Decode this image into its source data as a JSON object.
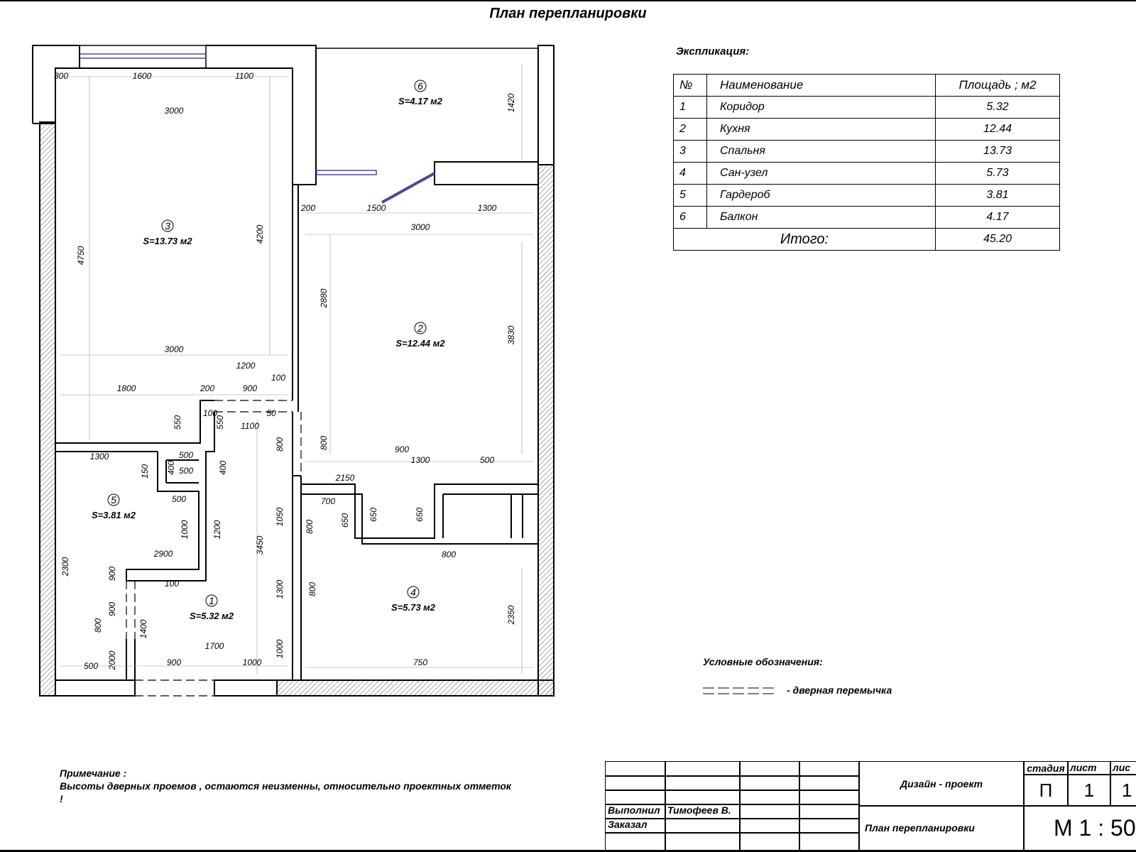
{
  "title": "План перепланировки",
  "explication": {
    "heading": "Экспликация:",
    "col_num": "№",
    "col_name": "Наименование",
    "col_area": "Площадь ; м2",
    "rows": [
      {
        "num": "1",
        "name": "Коридор",
        "area": "5.32"
      },
      {
        "num": "2",
        "name": "Кухня",
        "area": "12.44"
      },
      {
        "num": "3",
        "name": "Спальня",
        "area": "13.73"
      },
      {
        "num": "4",
        "name": "Сан-узел",
        "area": "5.73"
      },
      {
        "num": "5",
        "name": "Гардероб",
        "area": "3.81"
      },
      {
        "num": "6",
        "name": "Балкон",
        "area": "4.17"
      }
    ],
    "total_label": "Итого:",
    "total_area": "45.20"
  },
  "rooms": [
    {
      "num": "1",
      "area": "S=5.32 м2"
    },
    {
      "num": "2",
      "area": "S=12.44 м2"
    },
    {
      "num": "3",
      "area": "S=13.73 м2"
    },
    {
      "num": "4",
      "area": "S=5.73 м2"
    },
    {
      "num": "5",
      "area": "S=3.81 м2"
    },
    {
      "num": "6",
      "area": "S=4.17 м2"
    }
  ],
  "dimensions": [
    "300",
    "1600",
    "1100",
    "3000",
    "1420",
    "4750",
    "4200",
    "200",
    "1500",
    "1300",
    "3000",
    "2880",
    "3830",
    "3000",
    "1200",
    "100",
    "1800",
    "200",
    "900",
    "550",
    "100",
    "50",
    "550",
    "1100",
    "800",
    "800",
    "1300",
    "500",
    "400",
    "500",
    "400",
    "900",
    "1300",
    "500",
    "150",
    "2150",
    "700",
    "650",
    "650",
    "650",
    "800",
    "500",
    "1000",
    "1200",
    "3450",
    "1050",
    "800",
    "2300",
    "2900",
    "900",
    "100",
    "900",
    "800",
    "1400",
    "1300",
    "800",
    "2350",
    "1700",
    "2000",
    "500",
    "900",
    "1000",
    "1000",
    "750",
    "3000"
  ],
  "legend": {
    "heading": "Условные обозначения:",
    "item": "- дверная перемычка"
  },
  "note": {
    "heading": "Примечание :",
    "text": "Высоты дверных проемов , остаются неизменны, относительно проектных отметок !"
  },
  "stamp": {
    "project": "Дизайн - проект",
    "sheet_name": "План перепланировки",
    "performed_label": "Выполнил",
    "performed_name": "Тимофеев В.",
    "ordered_label": "Заказал",
    "stage_label": "стадия",
    "sheet_label": "лист",
    "sheets_label": "лис",
    "stage": "П",
    "sheet": "1",
    "sheets": "1",
    "scale": "М 1 : 50"
  },
  "colors": {
    "line": "#000000",
    "window": "#4a4a9a",
    "hatch": "#555555"
  }
}
